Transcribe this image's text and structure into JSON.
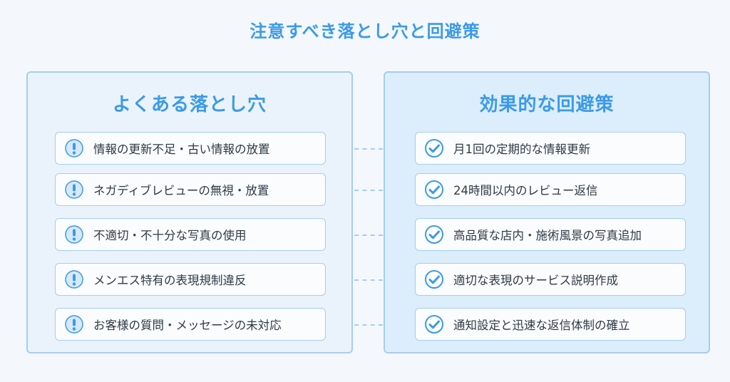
{
  "title": "注意すべき落とし穴と回避策",
  "pitfalls": {
    "heading": "よくある落とし穴",
    "items": [
      "情報の更新不足・古い情報の放置",
      "ネガディブレビューの無視・放置",
      "不適切・不十分な写真の使用",
      "メンエス特有の表現規制違反",
      "お客様の質問・メッセージの未対応"
    ]
  },
  "solutions": {
    "heading": "効果的な回避策",
    "items": [
      "月1回の定期的な情報更新",
      "24時間以内のレビュー返信",
      "高品質な店内・施術風景の写真追加",
      "適切な表現のサービス説明作成",
      "通知設定と迅速な返信体制の確立"
    ]
  },
  "colors": {
    "accent": "#3b9ae8",
    "border": "#a6cdf0",
    "left_panel_bg": "#eaf3fb",
    "right_panel_bg": "#dcedfb"
  },
  "icons": {
    "pitfall": "exclamation-icon",
    "solution": "checkmark-icon"
  }
}
